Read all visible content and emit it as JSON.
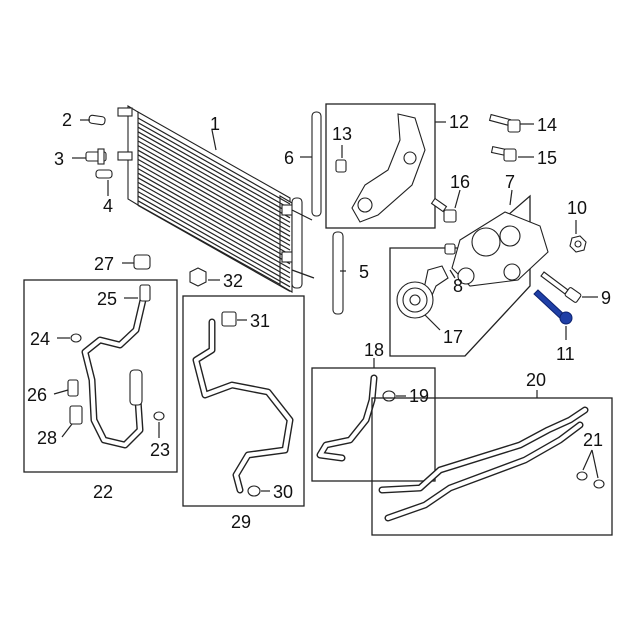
{
  "diagram": {
    "callouts": [
      "1",
      "2",
      "3",
      "4",
      "5",
      "6",
      "7",
      "8",
      "9",
      "10",
      "11",
      "12",
      "13",
      "14",
      "15",
      "16",
      "17",
      "18",
      "19",
      "20",
      "21",
      "22",
      "23",
      "24",
      "25",
      "26",
      "27",
      "28",
      "29",
      "30",
      "31",
      "32"
    ],
    "highlight_color": "#1f3fa6",
    "highlighted_part": "11"
  }
}
